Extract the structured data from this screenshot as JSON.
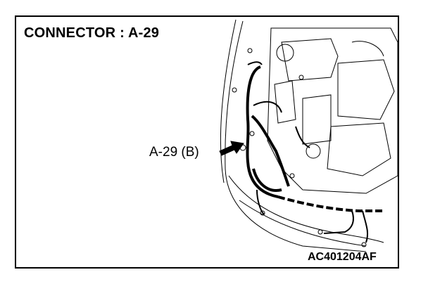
{
  "diagram": {
    "title": "CONNECTOR : A-29",
    "callout_label": "A-29 (B)",
    "figure_code": "AC401204AF"
  }
}
